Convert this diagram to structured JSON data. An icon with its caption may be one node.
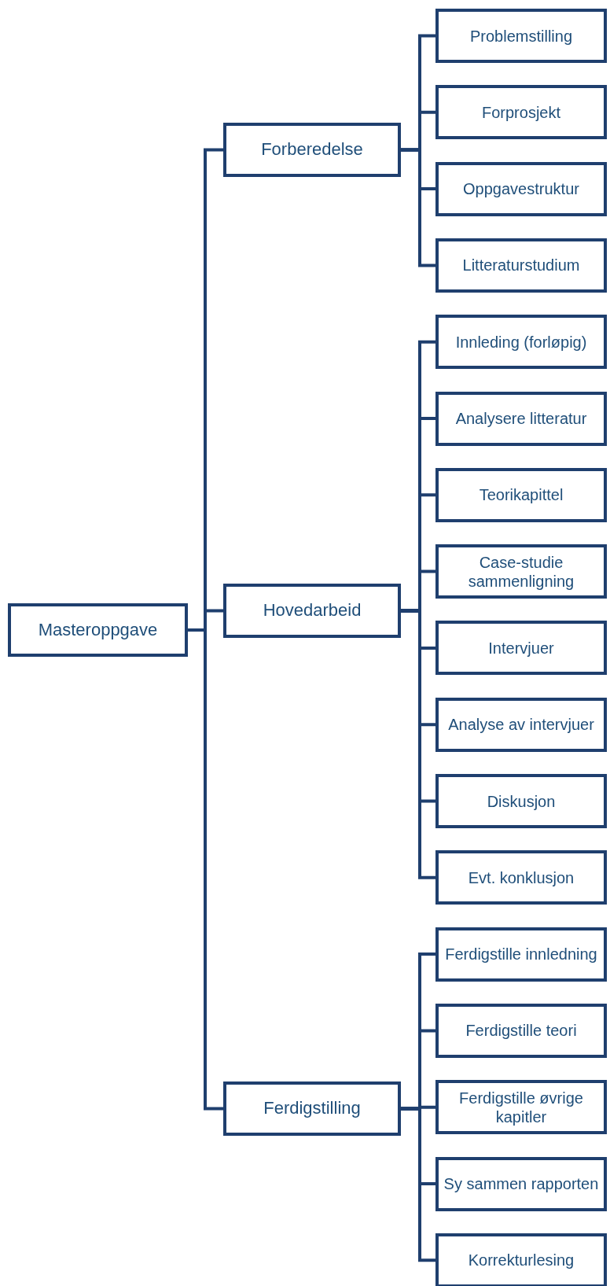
{
  "diagram": {
    "nodes": [
      {
        "text": [
          "Masteroppgave"
        ]
      },
      {
        "text": [
          "Forberedelse"
        ]
      },
      {
        "text": [
          "Problemstilling"
        ]
      },
      {
        "text": [
          "Forprosjekt"
        ]
      },
      {
        "text": [
          "Oppgavestruktur"
        ]
      },
      {
        "text": [
          "Litteraturstudium"
        ]
      },
      {
        "text": [
          "Hovedarbeid"
        ]
      },
      {
        "text": [
          "Innleding (forløpig)"
        ]
      },
      {
        "text": [
          "Analysere litteratur"
        ]
      },
      {
        "text": [
          "Teorikapittel"
        ]
      },
      {
        "text": [
          "Case-studie sammenligning"
        ]
      },
      {
        "text": [
          "Intervjuer"
        ]
      },
      {
        "text": [
          "Analyse av intervjuer"
        ]
      },
      {
        "text": [
          "Diskusjon"
        ]
      },
      {
        "text": [
          "Evt. konklusjon"
        ]
      },
      {
        "text": [
          "Ferdigstilling"
        ]
      },
      {
        "text": [
          "Ferdigstille innledning"
        ]
      },
      {
        "text": [
          "Ferdigstille teori"
        ]
      },
      {
        "text": [
          "Ferdigstille øvrige kapitler"
        ]
      },
      {
        "text": [
          "Sy sammen rapporten"
        ]
      },
      {
        "text": [
          "Korrekturlesing"
        ]
      }
    ],
    "edges": [
      {
        "from": 0,
        "to": 1,
        "arrow": "none"
      },
      {
        "from": 0,
        "to": 6,
        "arrow": "none"
      },
      {
        "from": 0,
        "to": 15,
        "arrow": "none"
      },
      {
        "from": 1,
        "to": 2,
        "arrow": "none"
      },
      {
        "from": 1,
        "to": 3,
        "arrow": "none"
      },
      {
        "from": 1,
        "to": 4,
        "arrow": "none"
      },
      {
        "from": 1,
        "to": 5,
        "arrow": "none"
      },
      {
        "from": 6,
        "to": 7,
        "arrow": "none"
      },
      {
        "from": 6,
        "to": 8,
        "arrow": "none"
      },
      {
        "from": 6,
        "to": 9,
        "arrow": "none"
      },
      {
        "from": 6,
        "to": 10,
        "arrow": "none"
      },
      {
        "from": 6,
        "to": 11,
        "arrow": "none"
      },
      {
        "from": 6,
        "to": 12,
        "arrow": "none"
      },
      {
        "from": 6,
        "to": 13,
        "arrow": "none"
      },
      {
        "from": 6,
        "to": 14,
        "arrow": "none"
      },
      {
        "from": 15,
        "to": 16,
        "arrow": "none"
      },
      {
        "from": 15,
        "to": 17,
        "arrow": "none"
      },
      {
        "from": 15,
        "to": 18,
        "arrow": "none"
      },
      {
        "from": 15,
        "to": 19,
        "arrow": "none"
      },
      {
        "from": 15,
        "to": 20,
        "arrow": "none"
      }
    ]
  }
}
